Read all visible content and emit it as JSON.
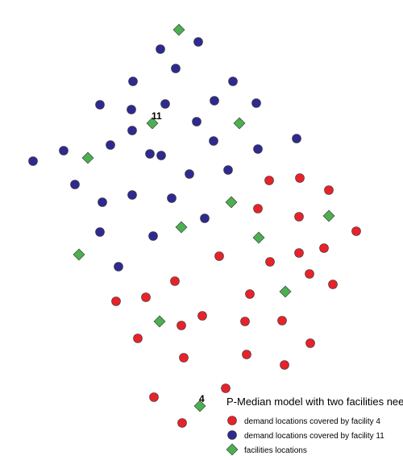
{
  "map": {
    "colors": {
      "demand_facility_4": "#e8222a",
      "demand_facility_11": "#2f2a8f",
      "facility": "#4caf50",
      "outline": "#333333"
    },
    "facility_labels": [
      {
        "text": "11",
        "facility_index": 1
      },
      {
        "text": "4",
        "facility_index": 11
      }
    ],
    "legend": {
      "title": "P-Median model with two facilities needed",
      "items": [
        {
          "label": "demand locations covered by facility 4",
          "symbol": "red-circle"
        },
        {
          "label": "demand locations covered by facility 11",
          "symbol": "blue-circle"
        },
        {
          "label": "facilities locations",
          "symbol": "green-diamond"
        }
      ]
    }
  }
}
